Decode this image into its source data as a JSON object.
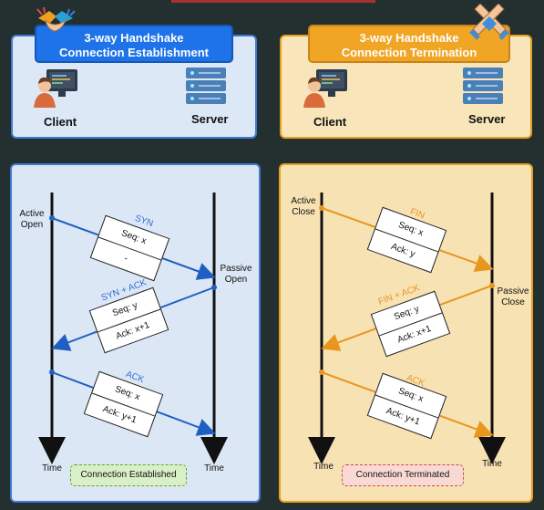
{
  "establishment": {
    "title_line1": "3-way Handshake",
    "title_line2": "Connection Establishment",
    "client_label": "Client",
    "server_label": "Server",
    "active_label": "Active\nOpen",
    "passive_label": "Passive\nOpen",
    "time_left": "Time",
    "time_right": "Time",
    "status": "Connection Established",
    "packets": [
      {
        "label": "SYN",
        "row1": "Seq: x",
        "row2": "-"
      },
      {
        "label": "SYN + ACK",
        "row1": "Seq: y",
        "row2": "Ack: x+1"
      },
      {
        "label": "ACK",
        "row1": "Seq: x",
        "row2": "Ack: y+1"
      }
    ]
  },
  "termination": {
    "title_line1": "3-way Handshake",
    "title_line2": "Connection Termination",
    "client_label": "Client",
    "server_label": "Server",
    "active_label": "Active\nClose",
    "passive_label": "Passive\nClose",
    "time_left": "Time",
    "time_right": "Time",
    "status": "Connection Terminated",
    "packets": [
      {
        "label": "FIN",
        "row1": "Seq: x",
        "row2": "Ack: y"
      },
      {
        "label": "FIN + ACK",
        "row1": "Seq: y",
        "row2": "Ack: x+1"
      },
      {
        "label": "ACK",
        "row1": "Seq: x",
        "row2": "Ack: y+1"
      }
    ]
  },
  "colors": {
    "blue_arrow": "#1f5fc4",
    "orange_arrow": "#e8961e",
    "blue_label": "#2f6fd6",
    "orange_label": "#e8961e"
  }
}
